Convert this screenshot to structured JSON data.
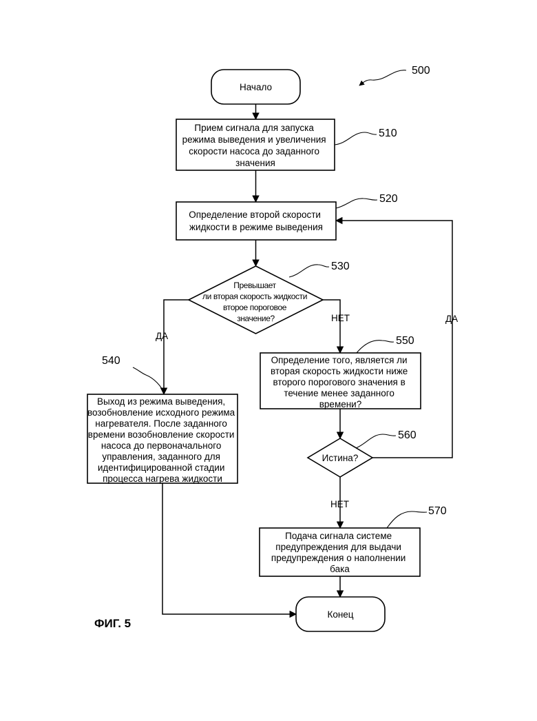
{
  "diagram": {
    "ref_number": "500",
    "figure_label": "ФИГ. 5",
    "start": {
      "label": "Начало"
    },
    "step_510": {
      "ref": "510",
      "lines": [
        "Прием сигнала для запуска",
        "режима выведения и увеличения",
        "скорости насоса до заданного",
        "значения"
      ]
    },
    "step_520": {
      "ref": "520",
      "lines": [
        "Определение второй скорости",
        "жидкости в режиме выведения"
      ]
    },
    "decision_530": {
      "ref": "530",
      "lines": [
        "Превышает",
        "ли вторая скорость жидкости",
        "второе пороговое",
        "значение?"
      ]
    },
    "step_540": {
      "ref": "540",
      "lines": [
        "Выход из режима выведения,",
        "возобновление исходного режима",
        "нагревателя. После заданного",
        "времени возобновление скорости",
        "насоса до первоначального",
        "управления, заданного для",
        "идентифицированной стадии",
        "процесса нагрева жидкости"
      ]
    },
    "step_550": {
      "ref": "550",
      "lines": [
        "Определение того, является ли",
        "вторая скорость жидкости ниже",
        "второго порогового значения в",
        "течение менее заданного",
        "времени?"
      ]
    },
    "decision_560": {
      "ref": "560",
      "label": "Истина?"
    },
    "step_570": {
      "ref": "570",
      "lines": [
        "Подача сигнала системе",
        "предупреждения для выдачи",
        "предупреждения о наполнении",
        "бака"
      ]
    },
    "end": {
      "label": "Конец"
    },
    "edge_labels": {
      "yes_530": "ДА",
      "no_530": "НЕТ",
      "yes_560": "ДА",
      "no_560": "НЕТ"
    }
  }
}
